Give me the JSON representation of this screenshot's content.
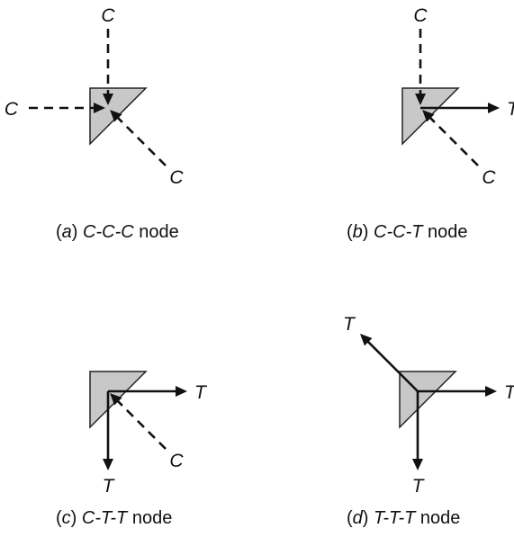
{
  "panels": [
    {
      "letter": "a",
      "type": "C-C-C",
      "suffix": " node",
      "members": [
        {
          "dir": "up",
          "kind": "C",
          "label": "C"
        },
        {
          "dir": "left",
          "kind": "C",
          "label": "C"
        },
        {
          "dir": "down-right",
          "kind": "C",
          "label": "C"
        }
      ]
    },
    {
      "letter": "b",
      "type": "C-C-T",
      "suffix": " node",
      "members": [
        {
          "dir": "up",
          "kind": "C",
          "label": "C"
        },
        {
          "dir": "right",
          "kind": "T",
          "label": "T"
        },
        {
          "dir": "down-right",
          "kind": "C",
          "label": "C"
        }
      ]
    },
    {
      "letter": "c",
      "type": "C-T-T",
      "suffix": " node",
      "members": [
        {
          "dir": "right",
          "kind": "T",
          "label": "T"
        },
        {
          "dir": "down",
          "kind": "T",
          "label": "T"
        },
        {
          "dir": "down-right",
          "kind": "C",
          "label": "C"
        }
      ]
    },
    {
      "letter": "d",
      "type": "T-T-T",
      "suffix": " node",
      "members": [
        {
          "dir": "up-left",
          "kind": "T",
          "label": "T"
        },
        {
          "dir": "right",
          "kind": "T",
          "label": "T"
        },
        {
          "dir": "down",
          "kind": "T",
          "label": "T"
        }
      ]
    }
  ]
}
